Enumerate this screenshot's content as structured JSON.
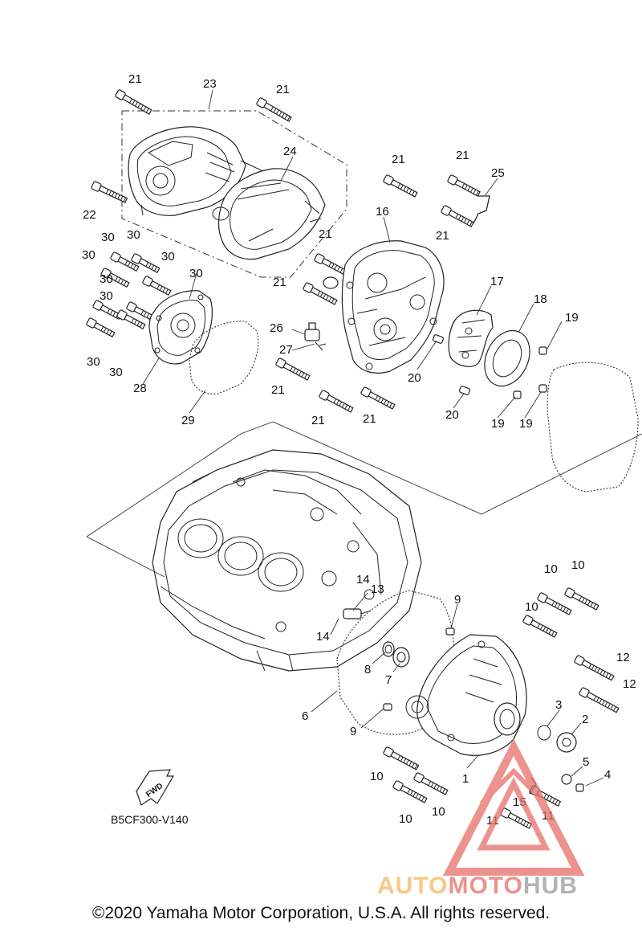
{
  "diagram": {
    "reference_code": "B5CF300-V140",
    "fwd_label": "FWD",
    "copyright": "©2020 Yamaha Motor Corporation, U.S.A. All rights reserved.",
    "watermark": {
      "part1": "AUTO",
      "part2": "MOTO",
      "part3": "HUB"
    },
    "colors": {
      "line": "#222222",
      "watermark_red": "#e8706a",
      "watermark_orange": "#f4b860",
      "watermark_gray": "#9a9a9a"
    }
  },
  "callouts": {
    "c21a": "21",
    "c23": "23",
    "c21b": "21",
    "c24": "24",
    "c22": "22",
    "c21c": "21",
    "c21d": "21",
    "c25": "25",
    "c16": "16",
    "c21e": "21",
    "c21f": "21",
    "c21g": "21",
    "c30a": "30",
    "c30b": "30",
    "c30c": "30",
    "c30d": "30",
    "c30e": "30",
    "c30f": "30",
    "c30g": "30",
    "c30h": "30",
    "c30i": "30",
    "c26": "26",
    "c27": "27",
    "c28": "28",
    "c29": "29",
    "c21h": "21",
    "c21i": "21",
    "c21j": "21",
    "c17": "17",
    "c18": "18",
    "c19a": "19",
    "c19b": "19",
    "c19c": "19",
    "c20a": "20",
    "c20b": "20",
    "c10a": "10",
    "c10b": "10",
    "c10c": "10",
    "c14a": "14",
    "c13": "13",
    "c9a": "9",
    "c14b": "14",
    "c8": "8",
    "c7": "7",
    "c6": "6",
    "c12a": "12",
    "c12b": "12",
    "c3": "3",
    "c2": "2",
    "c9b": "9",
    "c10d": "10",
    "c10e": "10",
    "c10f": "10",
    "c1": "1",
    "c5": "5",
    "c4": "4",
    "c15": "15",
    "c11a": "11",
    "c11b": "11"
  }
}
